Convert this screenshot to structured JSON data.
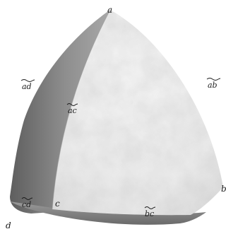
{
  "figure": {
    "vertices": {
      "a": "a",
      "b": "b",
      "c": "c",
      "d": "d"
    },
    "arcs": {
      "ab": "ab",
      "ac": "ac",
      "ad": "ad",
      "bc": "bc",
      "cd": "cd"
    }
  },
  "colors": {
    "front_face": "#f0f0f0",
    "front_face_shade": "#d9d9d9",
    "side_face_light": "#b0b0b0",
    "side_face_dark": "#5a5a5a",
    "bottom_face": "#8a8a8a",
    "label": "#1a1a1a"
  }
}
